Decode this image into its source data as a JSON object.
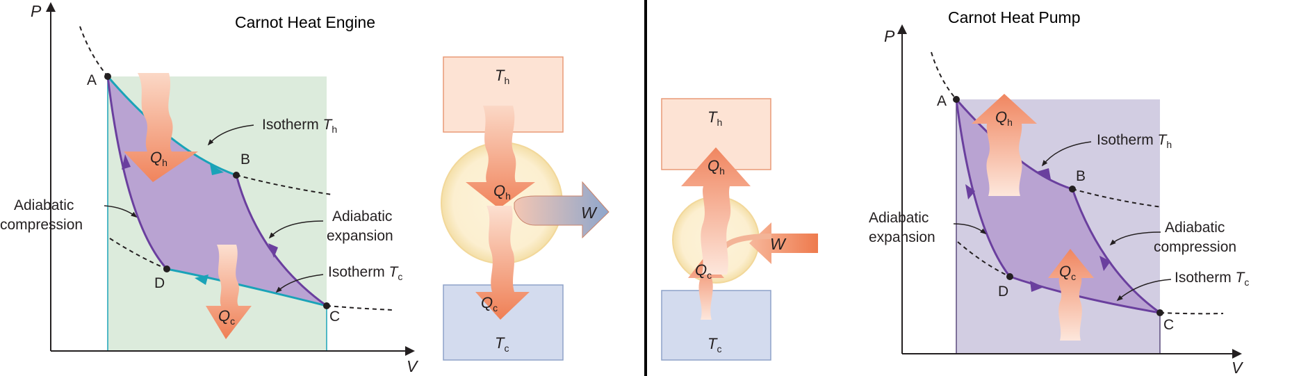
{
  "engine": {
    "title": "Carnot Heat Engine",
    "axis_p": "P",
    "axis_v": "V",
    "points": {
      "a": "A",
      "b": "B",
      "c": "C",
      "d": "D"
    },
    "isotherm_hot_prefix": "Isotherm ",
    "isotherm_cold_prefix": "Isotherm ",
    "adiabatic_left": [
      "Adiabatic",
      "compression"
    ],
    "adiabatic_right": [
      "Adiabatic",
      "expansion"
    ],
    "q_hot": {
      "main": "Q",
      "sub": "h"
    },
    "q_cold": {
      "main": "Q",
      "sub": "c"
    },
    "t_hot": {
      "main": "T",
      "sub": "h"
    },
    "t_cold": {
      "main": "T",
      "sub": "c"
    }
  },
  "engine_block": {
    "t_hot": {
      "main": "T",
      "sub": "h"
    },
    "t_cold": {
      "main": "T",
      "sub": "c"
    },
    "q_hot": {
      "main": "Q",
      "sub": "h"
    },
    "q_cold": {
      "main": "Q",
      "sub": "c"
    },
    "work": "W"
  },
  "pump_block": {
    "t_hot": {
      "main": "T",
      "sub": "h"
    },
    "t_cold": {
      "main": "T",
      "sub": "c"
    },
    "q_hot": {
      "main": "Q",
      "sub": "h"
    },
    "q_cold": {
      "main": "Q",
      "sub": "c"
    },
    "work": "W"
  },
  "pump": {
    "title": "Carnot Heat Pump",
    "axis_p": "P",
    "axis_v": "V",
    "points": {
      "a": "A",
      "b": "B",
      "c": "C",
      "d": "D"
    },
    "isotherm_hot_prefix": "Isotherm ",
    "isotherm_cold_prefix": "Isotherm ",
    "adiabatic_left": [
      "Adiabatic",
      "expansion"
    ],
    "adiabatic_right": [
      "Adiabatic",
      "compression"
    ],
    "q_hot": {
      "main": "Q",
      "sub": "h"
    },
    "q_cold": {
      "main": "Q",
      "sub": "c"
    },
    "t_hot": {
      "main": "T",
      "sub": "h"
    },
    "t_cold": {
      "main": "T",
      "sub": "c"
    }
  },
  "colors": {
    "cycle_fill": "#b9a3d2",
    "work_area_fill": "#dcebdc",
    "isotherm_line": "#1aa3b8",
    "adiabat_line": "#6a3f9e",
    "heat_arrow": "#f08660",
    "hot_reservoir": "#fde3d4",
    "cold_reservoir": "#d3dbee",
    "work_arrow": "#9db0cf",
    "divider": "#000000"
  }
}
